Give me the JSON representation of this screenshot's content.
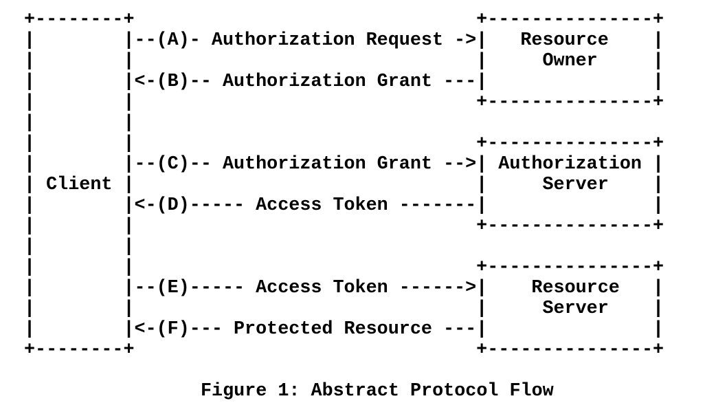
{
  "figure": {
    "caption": "Figure 1: Abstract Protocol Flow",
    "ascii_lines": [
      "+--------+                               +---------------+",
      "|        |--(A)- Authorization Request ->|   Resource    |",
      "|        |                               |     Owner     |",
      "|        |<-(B)-- Authorization Grant ---|               |",
      "|        |                               +---------------+",
      "|        |",
      "|        |                               +---------------+",
      "|        |--(C)-- Authorization Grant -->| Authorization |",
      "| Client |                               |     Server    |",
      "|        |<-(D)----- Access Token -------|               |",
      "|        |                               +---------------+",
      "|        |",
      "|        |                               +---------------+",
      "|        |--(E)----- Access Token ------>|    Resource   |",
      "|        |                               |     Server    |",
      "|        |<-(F)--- Protected Resource ---|               |",
      "+--------+                               +---------------+"
    ]
  },
  "diagram": {
    "client_label": "Client",
    "entity_labels": [
      "Resource Owner",
      "Authorization Server",
      "Resource Server"
    ],
    "flows": [
      {
        "step": "(A)",
        "label": "Authorization Request",
        "from": "Client",
        "to": "Resource Owner"
      },
      {
        "step": "(B)",
        "label": "Authorization Grant",
        "from": "Resource Owner",
        "to": "Client"
      },
      {
        "step": "(C)",
        "label": "Authorization Grant",
        "from": "Client",
        "to": "Authorization Server"
      },
      {
        "step": "(D)",
        "label": "Access Token",
        "from": "Authorization Server",
        "to": "Client"
      },
      {
        "step": "(E)",
        "label": "Access Token",
        "from": "Client",
        "to": "Resource Server"
      },
      {
        "step": "(F)",
        "label": "Protected Resource",
        "from": "Resource Server",
        "to": "Client"
      }
    ]
  },
  "colors": {
    "text": "#000000",
    "background": "#ffffff"
  }
}
